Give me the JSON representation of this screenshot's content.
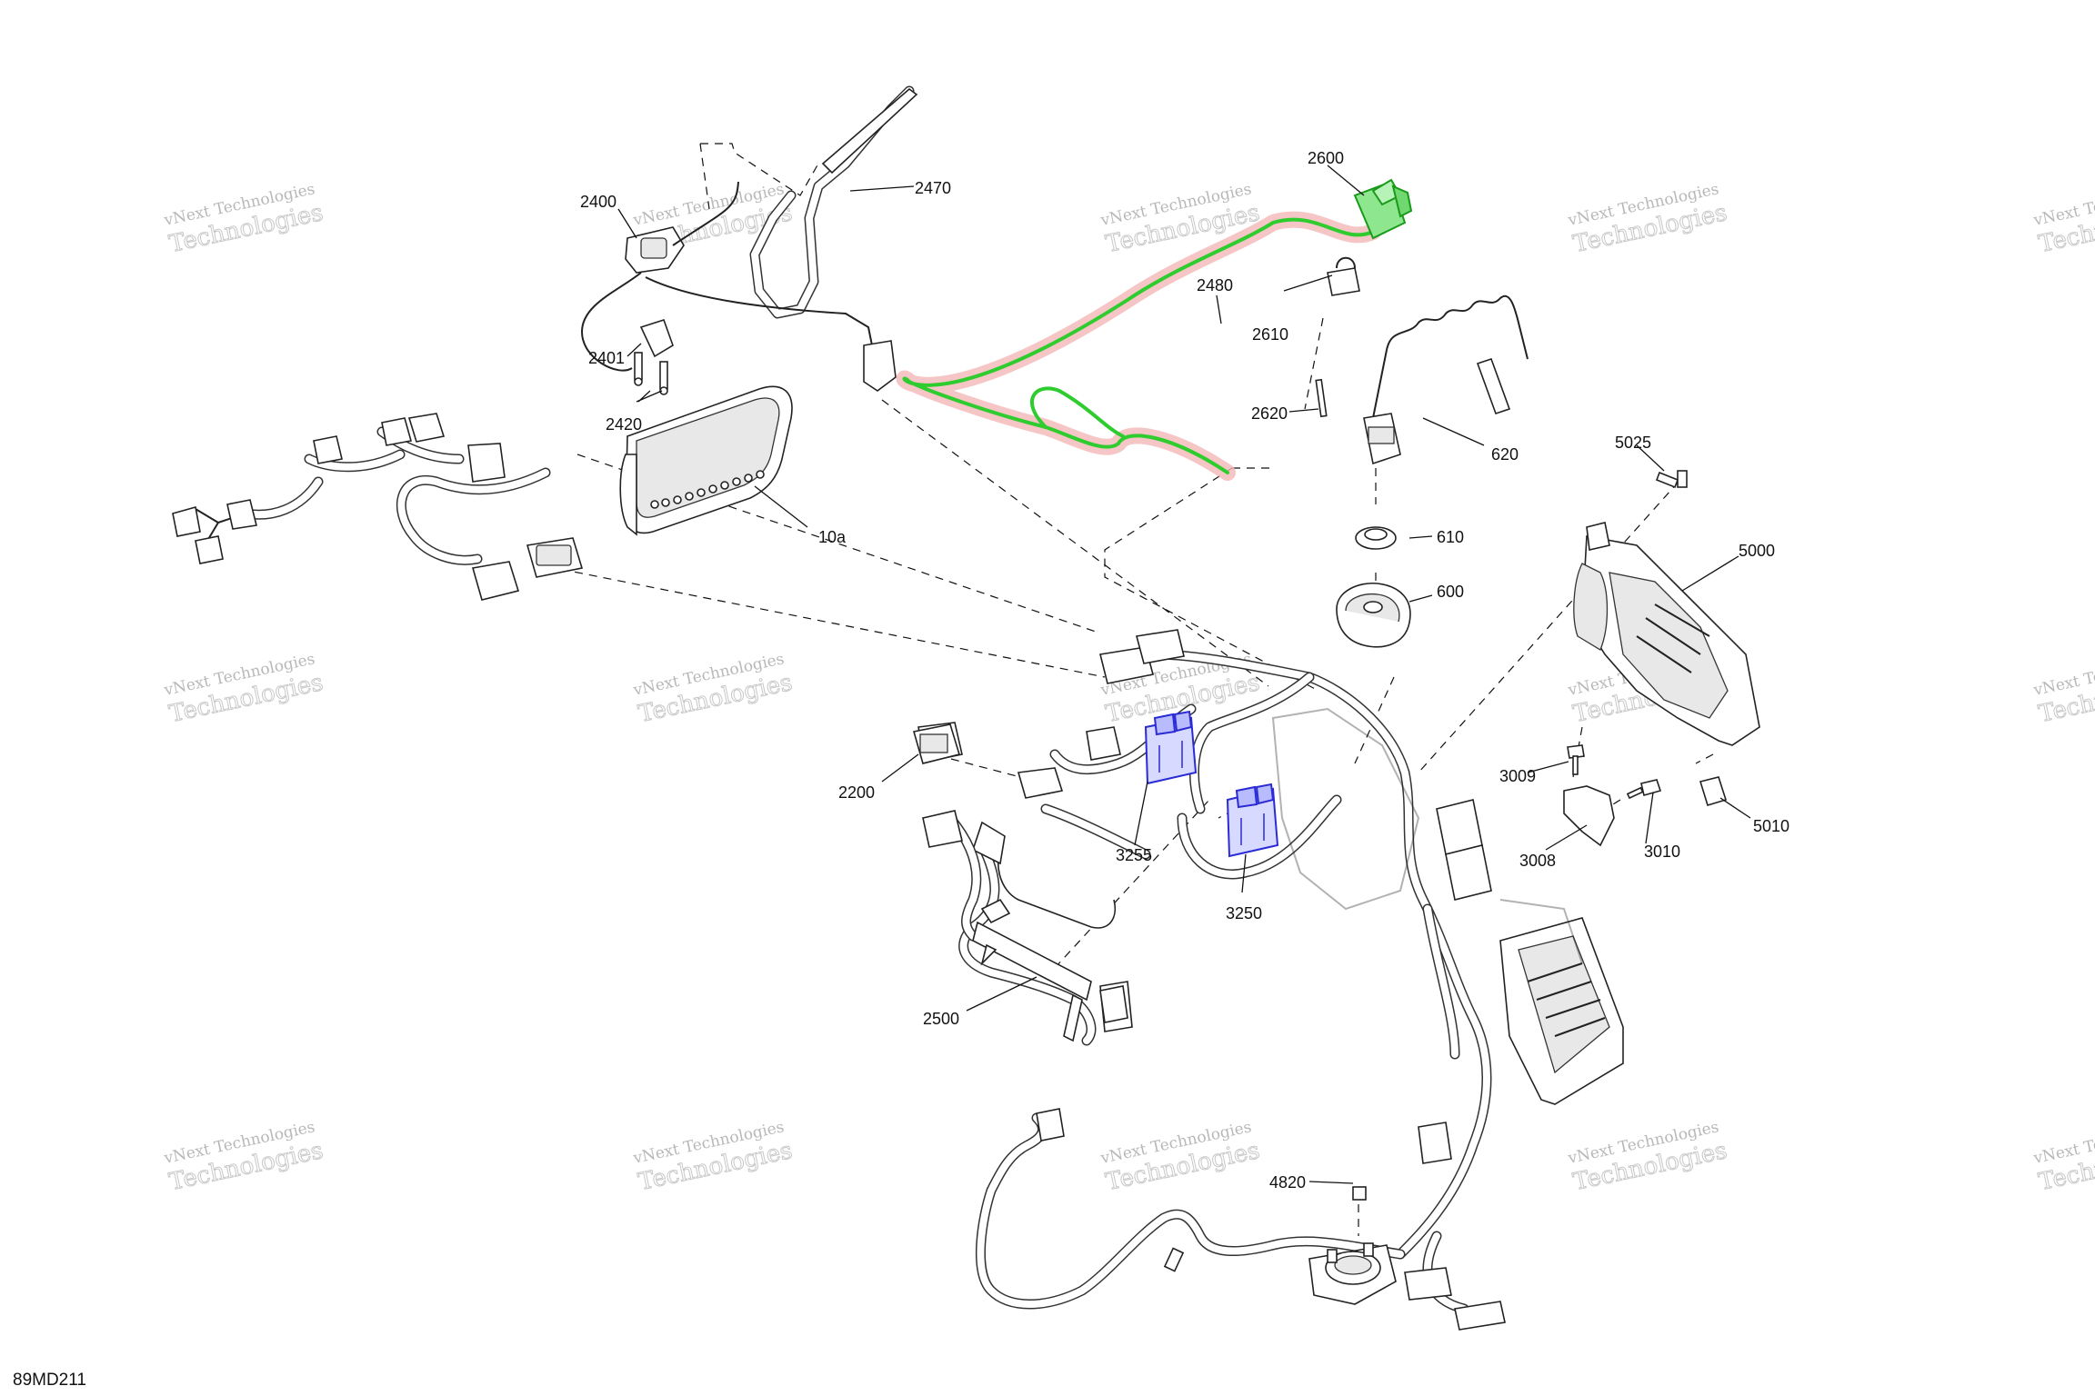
{
  "diagram": {
    "code": "89MD211",
    "watermark": {
      "line1": "vNext Technologies",
      "line2": "Technologies"
    },
    "callouts": [
      {
        "id": "2400",
        "label": "2400"
      },
      {
        "id": "2470",
        "label": "2470"
      },
      {
        "id": "2401",
        "label": "2401"
      },
      {
        "id": "2420",
        "label": "2420"
      },
      {
        "id": "10a",
        "label": "10a"
      },
      {
        "id": "2600",
        "label": "2600"
      },
      {
        "id": "2480",
        "label": "2480"
      },
      {
        "id": "2610",
        "label": "2610"
      },
      {
        "id": "2620",
        "label": "2620"
      },
      {
        "id": "620",
        "label": "620"
      },
      {
        "id": "5025",
        "label": "5025"
      },
      {
        "id": "610",
        "label": "610"
      },
      {
        "id": "600",
        "label": "600"
      },
      {
        "id": "5000",
        "label": "5000"
      },
      {
        "id": "3009",
        "label": "3009"
      },
      {
        "id": "3008",
        "label": "3008"
      },
      {
        "id": "3010",
        "label": "3010"
      },
      {
        "id": "5010",
        "label": "5010"
      },
      {
        "id": "2200",
        "label": "2200"
      },
      {
        "id": "3255",
        "label": "3255"
      },
      {
        "id": "3250",
        "label": "3250"
      },
      {
        "id": "2500",
        "label": "2500"
      },
      {
        "id": "4820",
        "label": "4820"
      }
    ],
    "colors": {
      "highlight_green": "#2ecc2e",
      "highlight_glow": "#f4b6b6",
      "highlight_blue": "#2b2bd6",
      "line": "#111111"
    }
  }
}
